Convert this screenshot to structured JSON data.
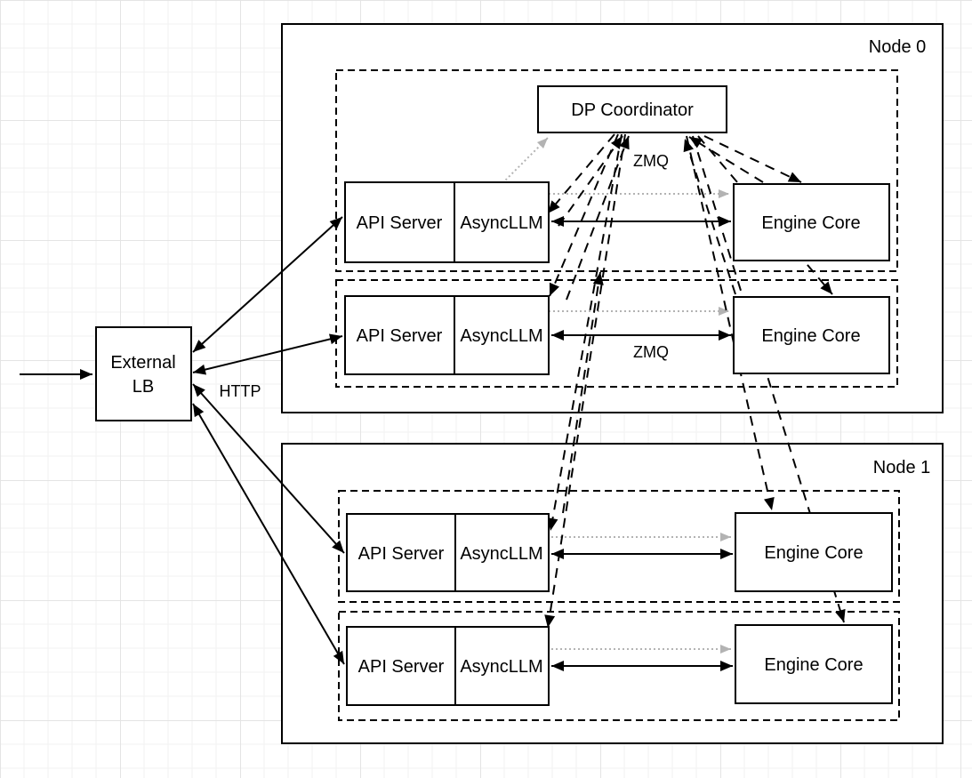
{
  "diagram": {
    "external_lb": {
      "line1": "External",
      "line2": "LB"
    },
    "node0": {
      "label": "Node 0"
    },
    "node1": {
      "label": "Node 1"
    },
    "coordinator_label": "DP Coordinator",
    "components": {
      "api_server": "API Server",
      "async_llm": "AsyncLLM",
      "engine_core": "Engine Core"
    },
    "protocol_labels": {
      "http": "HTTP",
      "zmq_coordinator": "ZMQ",
      "zmq_engine": "ZMQ"
    },
    "colors": {
      "stroke": "#000000",
      "box_fill": "#ffffff",
      "dotted_arrow": "#b3b3b3",
      "grid_minor": "#f2f2f2",
      "grid_major": "#e4e4e4",
      "background": "#ffffff"
    }
  }
}
